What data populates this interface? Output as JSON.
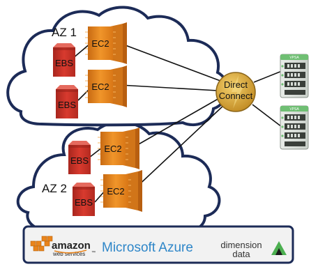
{
  "zones": [
    {
      "label": "AZ 1"
    },
    {
      "label": "AZ 2"
    }
  ],
  "instances": {
    "ec2_label": "EC2",
    "ebs_label": "EBS"
  },
  "hub": {
    "line1": "Direct",
    "line2": "Connect"
  },
  "servers": {
    "tag": "VPSA"
  },
  "providers": {
    "amazon_word": "amazon",
    "amazon_sub": "web services",
    "amazon_tm": "™",
    "azure": "Microsoft Azure",
    "dimension_line1": "dimension",
    "dimension_line2": "data"
  },
  "colors": {
    "cloud_stroke": "#1c2b57",
    "ec2_orange": "#e9841b",
    "ebs_red": "#c8352b",
    "hub_gold": "#d9a93a",
    "azure_blue": "#2e86c8",
    "server_green": "#4caf50"
  }
}
